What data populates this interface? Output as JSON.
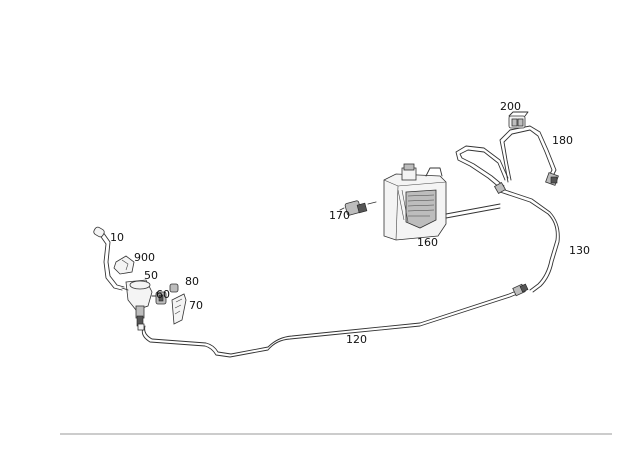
{
  "diagram": {
    "callouts": {
      "p10": "10",
      "p50": "50",
      "p60": "60",
      "p70": "70",
      "p80": "80",
      "p120": "120",
      "p130": "130",
      "p160": "160",
      "p170": "170",
      "p180": "180",
      "p200": "200",
      "p900": "900"
    }
  }
}
